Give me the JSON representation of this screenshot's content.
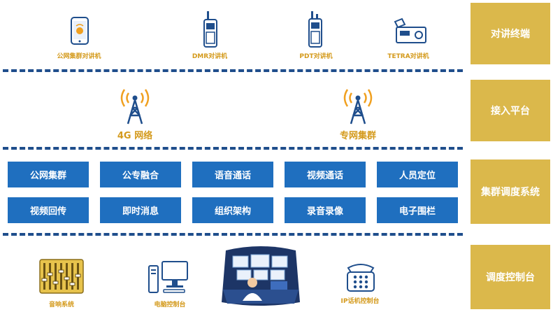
{
  "layers": {
    "terminal": "对讲终端",
    "access": "接入平台",
    "dispatch": "集群调度系统",
    "console": "调度控制台"
  },
  "terminals": [
    "公网集群对讲机",
    "DMR对讲机",
    "PDT对讲机",
    "TETRA对讲机"
  ],
  "networks": [
    "4G 网络",
    "专网集群"
  ],
  "features": [
    "公网集群",
    "公专融合",
    "语音通话",
    "视频通话",
    "人员定位",
    "视频回传",
    "即时消息",
    "组织架构",
    "录音录像",
    "电子围栏"
  ],
  "consoles": [
    "音响系统",
    "电脑控制台",
    "IP话机控制台"
  ],
  "colors": {
    "gold": "#dbb84b",
    "blue": "#1f6fbf",
    "navy": "#1f4e8c",
    "label": "#d49a1c"
  }
}
